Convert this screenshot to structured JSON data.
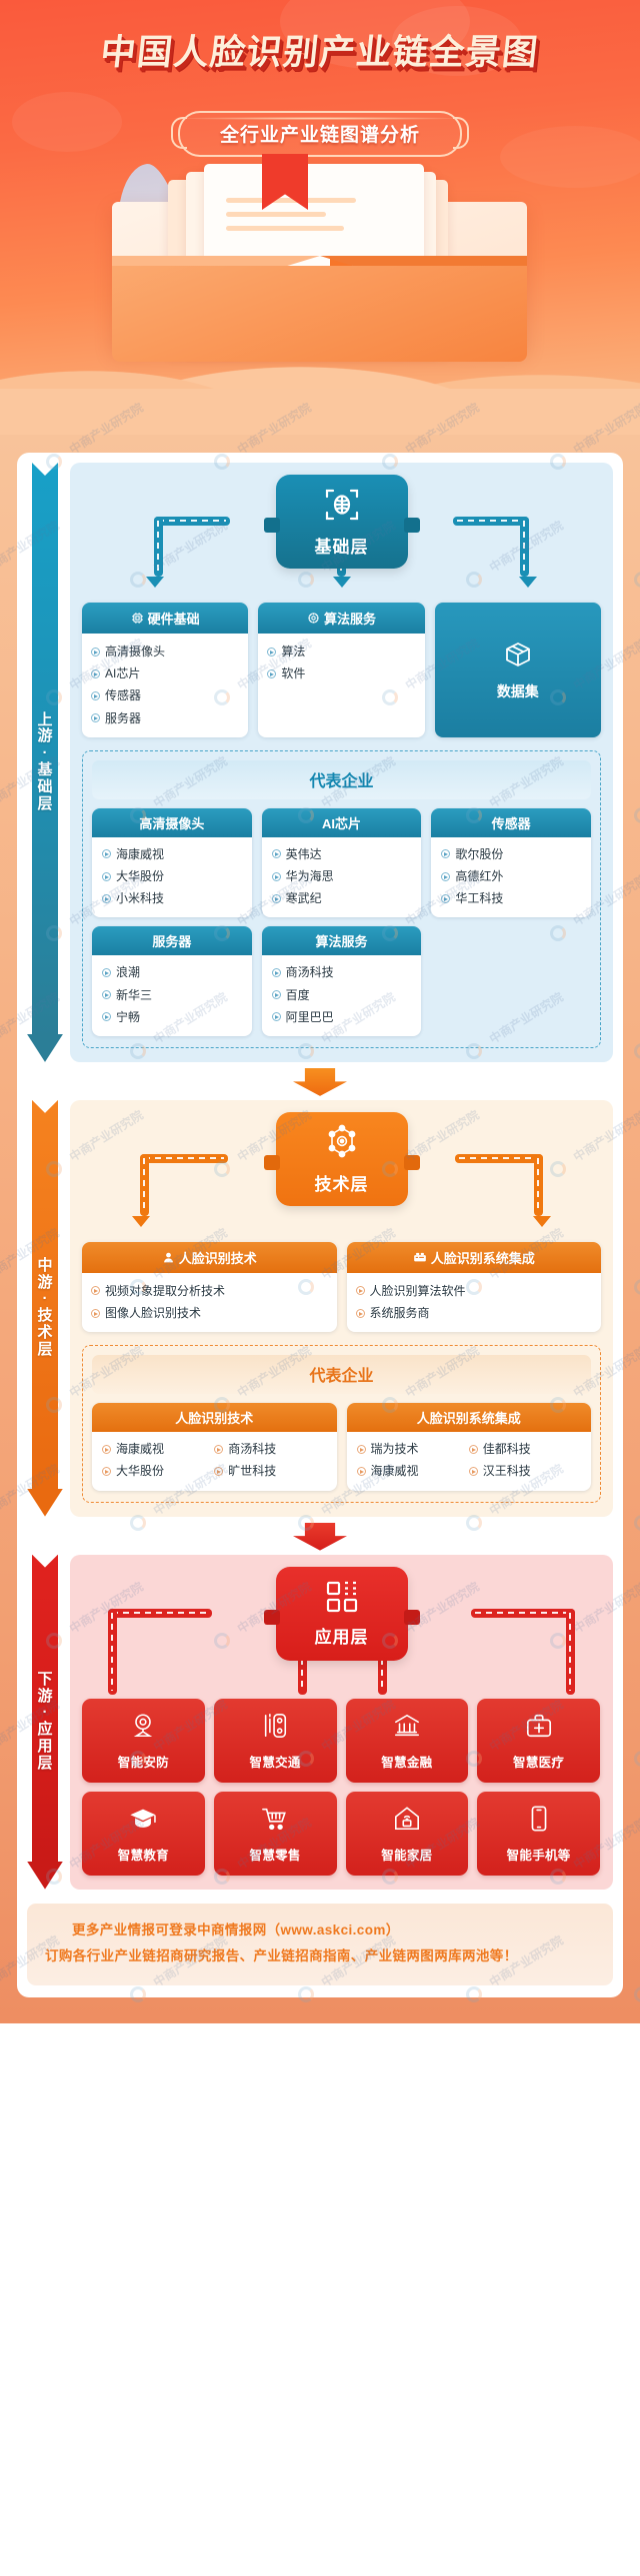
{
  "hero": {
    "title": "中国人脸识别产业链全景图",
    "badge": "全行业产业链图谱分析"
  },
  "watermark": "中商产业研究院",
  "stages": [
    {
      "id": "upstream",
      "axis_label": "上游·基础层",
      "hub_label": "基础层",
      "hub_icon": "face-scan-icon",
      "accent": "#1a8fb5",
      "categories": [
        {
          "title": "硬件基础",
          "icon": "chip-icon",
          "items": [
            "高清摄像头",
            "AI芯片",
            "传感器",
            "服务器"
          ]
        },
        {
          "title": "算法服务",
          "icon": "algorithm-icon",
          "items": [
            "算法",
            "软件"
          ]
        }
      ],
      "solid_tile": {
        "label": "数据集",
        "icon": "box-icon"
      },
      "rep": {
        "title": "代表企业",
        "rows": [
          [
            {
              "title": "高清摄像头",
              "items": [
                "海康威视",
                "大华股份",
                "小米科技"
              ]
            },
            {
              "title": "AI芯片",
              "items": [
                "英伟达",
                "华为海思",
                "寒武纪"
              ]
            },
            {
              "title": "传感器",
              "items": [
                "歌尔股份",
                "高德红外",
                "华工科技"
              ]
            }
          ],
          [
            {
              "title": "服务器",
              "items": [
                "浪潮",
                "新华三",
                "宁畅"
              ]
            },
            {
              "title": "算法服务",
              "items": [
                "商汤科技",
                "百度",
                "阿里巴巴"
              ]
            }
          ]
        ]
      }
    },
    {
      "id": "midstream",
      "axis_label": "中游·技术层",
      "hub_label": "技术层",
      "hub_icon": "network-gear-icon",
      "accent": "#f0780f",
      "categories": [
        {
          "title": "人脸识别技术",
          "icon": "face-person-icon",
          "items": [
            "视频对象提取分析技术",
            "图像人脸识别技术"
          ]
        },
        {
          "title": "人脸识别系统集成",
          "icon": "system-icon",
          "items": [
            "人脸识别算法软件",
            "系统服务商"
          ]
        }
      ],
      "rep": {
        "title": "代表企业",
        "rows": [
          [
            {
              "title": "人脸识别技术",
              "items": [
                "海康威视",
                "商汤科技",
                "大华股份",
                "旷世科技"
              ]
            },
            {
              "title": "人脸识别系统集成",
              "items": [
                "瑞为技术",
                "佳都科技",
                "海康威视",
                "汉王科技"
              ]
            }
          ]
        ]
      }
    },
    {
      "id": "downstream",
      "axis_label": "下游·应用层",
      "hub_label": "应用层",
      "hub_icon": "grid-apps-icon",
      "accent": "#dc2420",
      "apps": [
        {
          "label": "智能安防",
          "icon": "security-camera-icon"
        },
        {
          "label": "智慧交通",
          "icon": "traffic-light-icon"
        },
        {
          "label": "智慧金融",
          "icon": "bank-icon"
        },
        {
          "label": "智慧医疗",
          "icon": "medical-kit-icon"
        },
        {
          "label": "智慧教育",
          "icon": "graduation-cap-icon"
        },
        {
          "label": "智慧零售",
          "icon": "shopping-cart-icon"
        },
        {
          "label": "智能家居",
          "icon": "smart-home-icon"
        },
        {
          "label": "智能手机等",
          "icon": "smartphone-icon"
        }
      ]
    }
  ],
  "footer": {
    "line1": "更多产业情报可登录中商情报网（www.askci.com）",
    "line2": "订购各行业产业链招商研究报告、产业链招商指南、产业链两图两库两池等！"
  }
}
